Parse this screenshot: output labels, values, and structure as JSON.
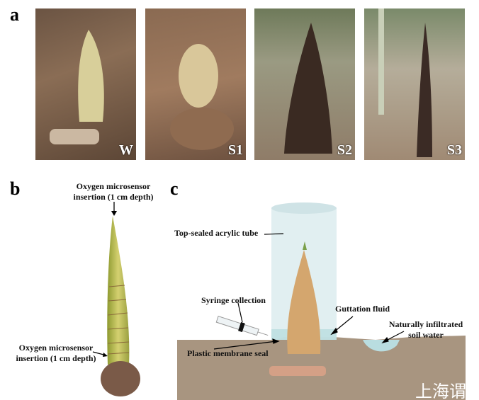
{
  "panels": {
    "a": {
      "letter": "a",
      "photos": [
        {
          "label": "W"
        },
        {
          "label": "S1"
        },
        {
          "label": "S2"
        },
        {
          "label": "S3"
        }
      ]
    },
    "b": {
      "letter": "b",
      "top_label_line1": "Oxygen microsensor",
      "top_label_line2": "insertion (1 cm depth)",
      "bottom_label_line1": "Oxygen microsensor",
      "bottom_label_line2": "insertion (1 cm depth)"
    },
    "c": {
      "letter": "c",
      "tube_label": "Top-sealed acrylic tube",
      "syringe_label": "Syringe collection",
      "guttation_label": "Guttation fluid",
      "soil_water_line1": "Naturally infiltrated",
      "soil_water_line2": "soil water",
      "seal_label": "Plastic membrane seal"
    }
  },
  "watermark": "上海谓",
  "colors": {
    "soil": "#a89580",
    "tube": "#dcecef",
    "shoot": "#d4a66e",
    "water": "#b9dde0"
  }
}
